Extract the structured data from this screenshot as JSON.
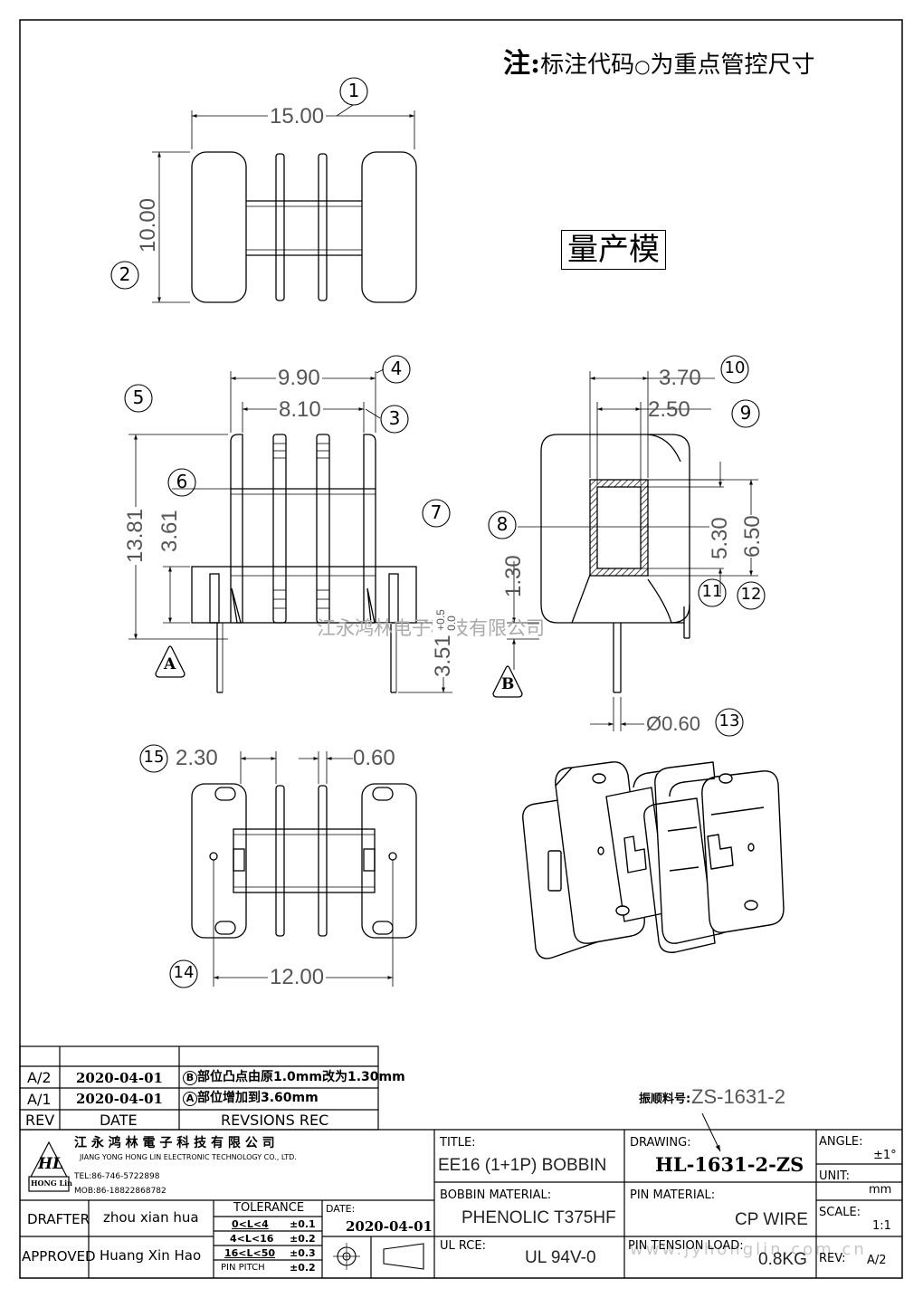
{
  "note": {
    "lead": "注:",
    "text": "标注代码",
    "text2": "为重点管控尺寸"
  },
  "stamp": "量产模",
  "watermark": "江永鸿林电子科技有限公司",
  "watermark_url": "www.jyhonglin.com.cn",
  "dims": {
    "d1": "15.00",
    "d2": "10.00",
    "d3": "8.10",
    "d4": "9.90",
    "d5": "13.81",
    "d6": "3.61",
    "d7": "3.51",
    "d7_tol_up": "+0.5",
    "d7_tol_dn": "0.0",
    "d8": "1.30",
    "d9": "2.50",
    "d10": "3.70",
    "d11": "5.30",
    "d12": "6.50",
    "d13": "Ø0.60",
    "d14": "12.00",
    "d15": "2.30",
    "d16": "0.60"
  },
  "callouts": [
    "1",
    "2",
    "3",
    "4",
    "5",
    "6",
    "7",
    "8",
    "9",
    "10",
    "11",
    "12",
    "13",
    "14",
    "15"
  ],
  "datum": {
    "a": "A",
    "b": "B"
  },
  "revisions": [
    {
      "rev": "A/2",
      "date": "2020-04-01",
      "badge": "B",
      "desc": "部位凸点由原1.0mm改为1.30mm"
    },
    {
      "rev": "A/1",
      "date": "2020-04-01",
      "badge": "A",
      "desc": "部位增加到3.60mm"
    }
  ],
  "rev_header": {
    "rev": "REV",
    "date": "DATE",
    "rec": "REVSIONS REC"
  },
  "part_no_label": "振顺料号:",
  "part_no": "ZS-1631-2",
  "company": {
    "name_cn": "江 永 鸿 林 電 子 科 技 有 限 公 司",
    "name_en": "JIANG YONG HONG LIN ELECTRONIC TECHNOLOGY CO., LTD.",
    "tel": "TEL:86-746-5722898",
    "mob": "MOB:86-18822868782",
    "logo": "HL",
    "logo_sub": "HONG Lin"
  },
  "title_block": {
    "title_label": "TITLE:",
    "title": "EE16 (1+1P) BOBBIN",
    "drawing_label": "DRAWING:",
    "drawing": "HL-1631-2-ZS",
    "angle_label": "ANGLE:",
    "angle": "±1°",
    "unit_label": "UNIT:",
    "unit": "mm",
    "bobbin_mat_label": "BOBBIN MATERIAL:",
    "bobbin_mat": "PHENOLIC T375HF",
    "pin_mat_label": "PIN MATERIAL:",
    "pin_mat": "CP WIRE",
    "scale_label": "SCALE:",
    "scale": "1:1",
    "ul_label": "UL RCE:",
    "ul": "UL 94V-0",
    "pin_load_label": "PIN TENSION LOAD:",
    "pin_load": "0.8KG",
    "rev_label": "REV:",
    "rev": "A/2",
    "drafter_label": "DRAFTER",
    "drafter": "zhou xian hua",
    "approved_label": "APPROVED",
    "approved": "Huang Xin Hao",
    "tolerance_label": "TOLERANCE",
    "tolerances": [
      {
        "range": "0<L<4",
        "tol": "±0.1"
      },
      {
        "range": "4<L<16",
        "tol": "±0.2"
      },
      {
        "range": "16<L<50",
        "tol": "±0.3"
      },
      {
        "range": "PIN PITCH",
        "tol": "±0.2"
      }
    ],
    "date_label": "DATE:",
    "date": "2020-04-01"
  }
}
